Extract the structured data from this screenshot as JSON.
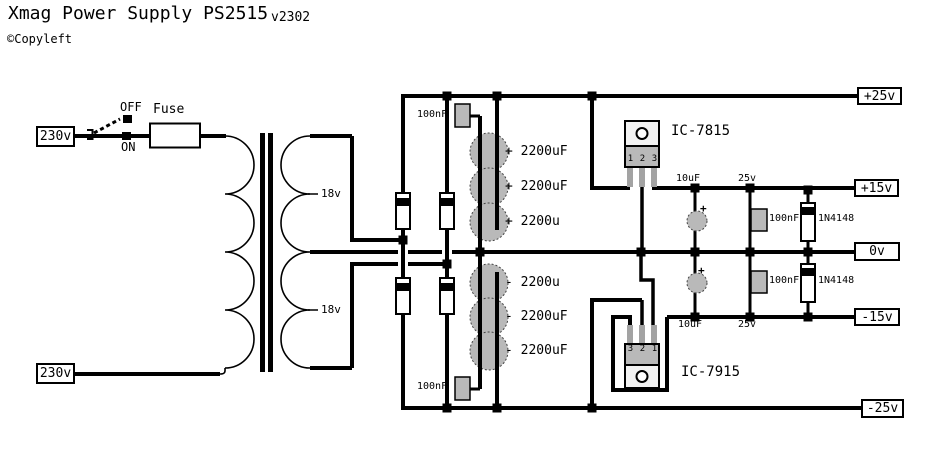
{
  "title": {
    "text": "Xmag Power Supply PS2515",
    "version": "v2302",
    "copyleft": "©Copyleft"
  },
  "mains": {
    "live_terminal": "230v",
    "neutral_terminal": "230v",
    "switch_off": "OFF",
    "switch_on": "ON",
    "fuse_label": "Fuse"
  },
  "transformer": {
    "secondary_upper": "18v",
    "secondary_lower": "18v"
  },
  "rectifier": {
    "snubber_top": "100nF",
    "snubber_bottom": "100nF"
  },
  "reservoir_caps": {
    "top": [
      "+ 2200uF",
      "+ 2200uF",
      "+ 2200u"
    ],
    "bottom": [
      "- 2200u",
      "- 2200uF",
      "- 2200uF"
    ]
  },
  "regulator_positive": {
    "label": "IC-7815",
    "pins": [
      "1",
      "2",
      "3"
    ],
    "cap": "10uF",
    "cap_rating": "25v",
    "cap_polarity": "+",
    "bypass": "100nF",
    "diode": "1N4148"
  },
  "regulator_negative": {
    "label": "IC-7915",
    "pins": [
      "3",
      "2",
      "1"
    ],
    "cap": "10uF",
    "cap_rating": "25v",
    "cap_polarity": "+",
    "bypass": "100nF",
    "diode": "1N4148"
  },
  "outputs": {
    "pos25": "+25v",
    "pos15": "+15v",
    "ground": "0v",
    "neg15": "-15v",
    "neg25": "-25v"
  },
  "colors": {
    "ink": "#000000",
    "component_gray": "#b9b9b9",
    "background": "#ffffff"
  }
}
